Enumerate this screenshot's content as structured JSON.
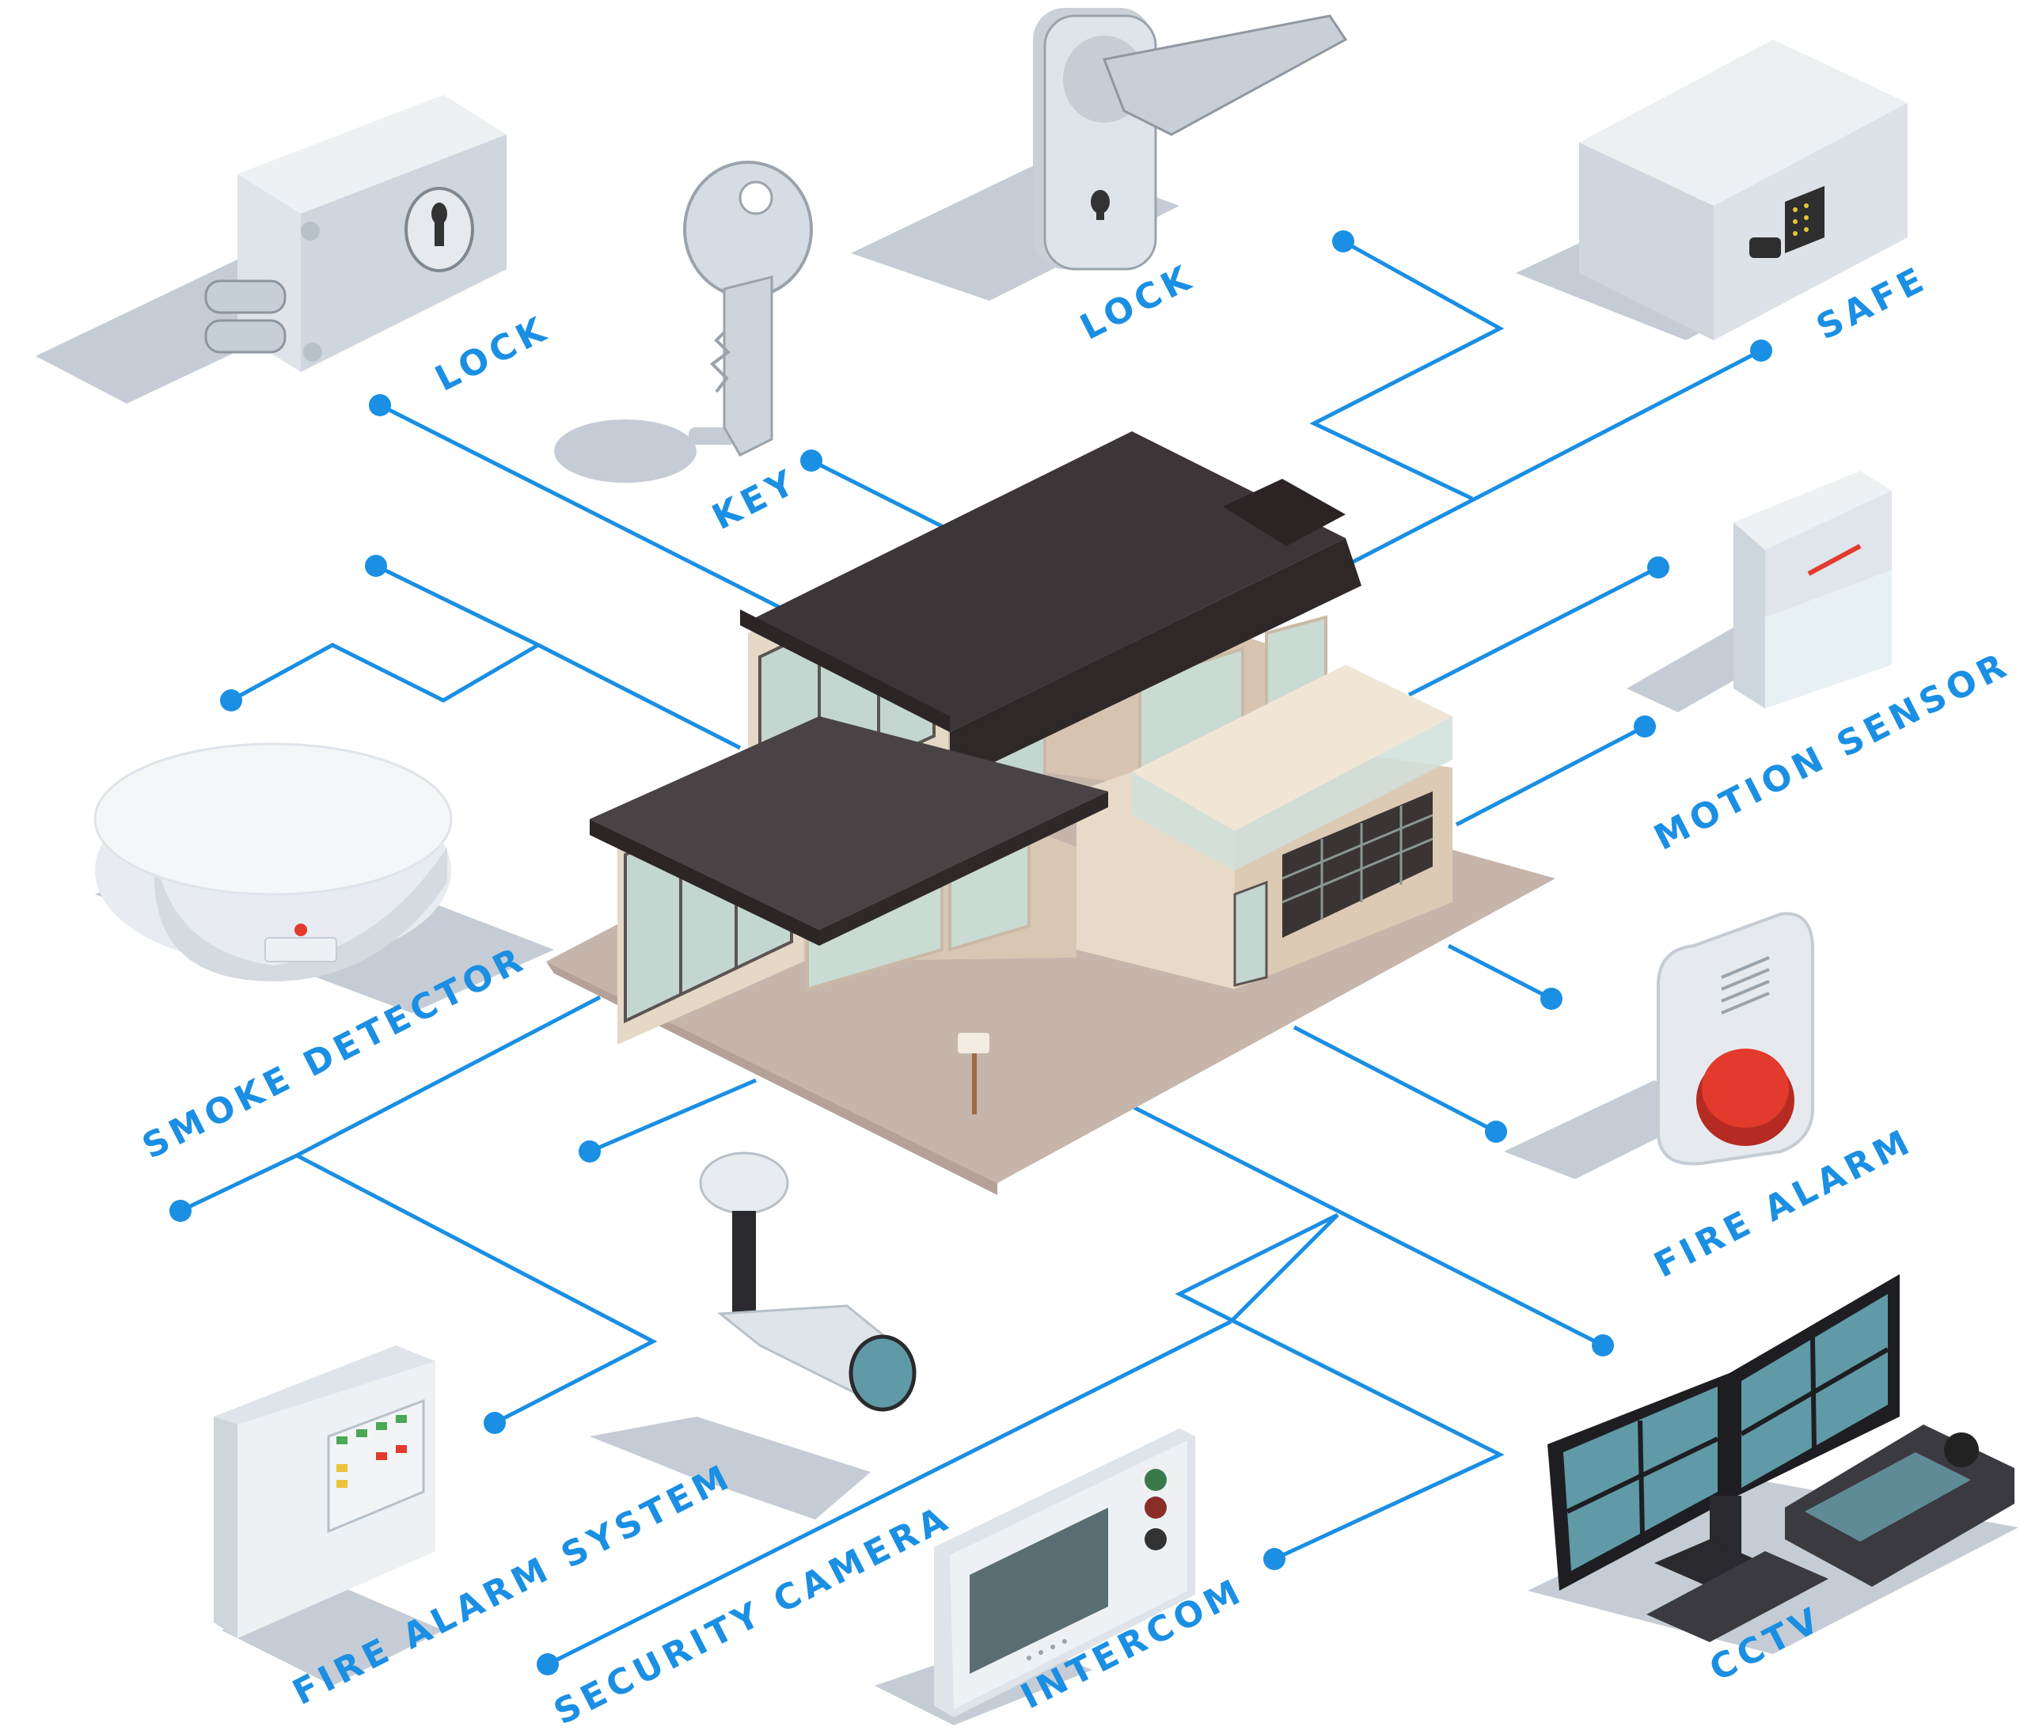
{
  "labels": {
    "lock_left": "LOCK",
    "key": "KEY",
    "lock_handle": "LOCK",
    "safe": "SAFE",
    "motion_sensor": "MOTION SENSOR",
    "fire_alarm": "FIRE ALARM",
    "cctv": "CCTV",
    "intercom": "INTERCOM",
    "security_camera": "SECURITY CAMERA",
    "fire_alarm_system": "FIRE ALARM SYSTEM",
    "smoke_detector": "SMOKE DETECTOR"
  },
  "colors": {
    "accent": "#1a8fe3",
    "roof": "#3d3638",
    "wall": "#e4d6c4",
    "ground": "#c6b5aa",
    "glass": "#c3d6d0",
    "device": "#d9dde3",
    "shadow": "#c5ccd6",
    "alarm_red": "#e23a2c"
  },
  "icons": [
    "deadbolt-lock-icon",
    "key-icon",
    "door-handle-lock-icon",
    "safe-icon",
    "motion-sensor-icon",
    "fire-alarm-icon",
    "cctv-monitors-icon",
    "intercom-icon",
    "security-camera-icon",
    "fire-alarm-panel-icon",
    "smoke-detector-icon",
    "house-icon"
  ]
}
